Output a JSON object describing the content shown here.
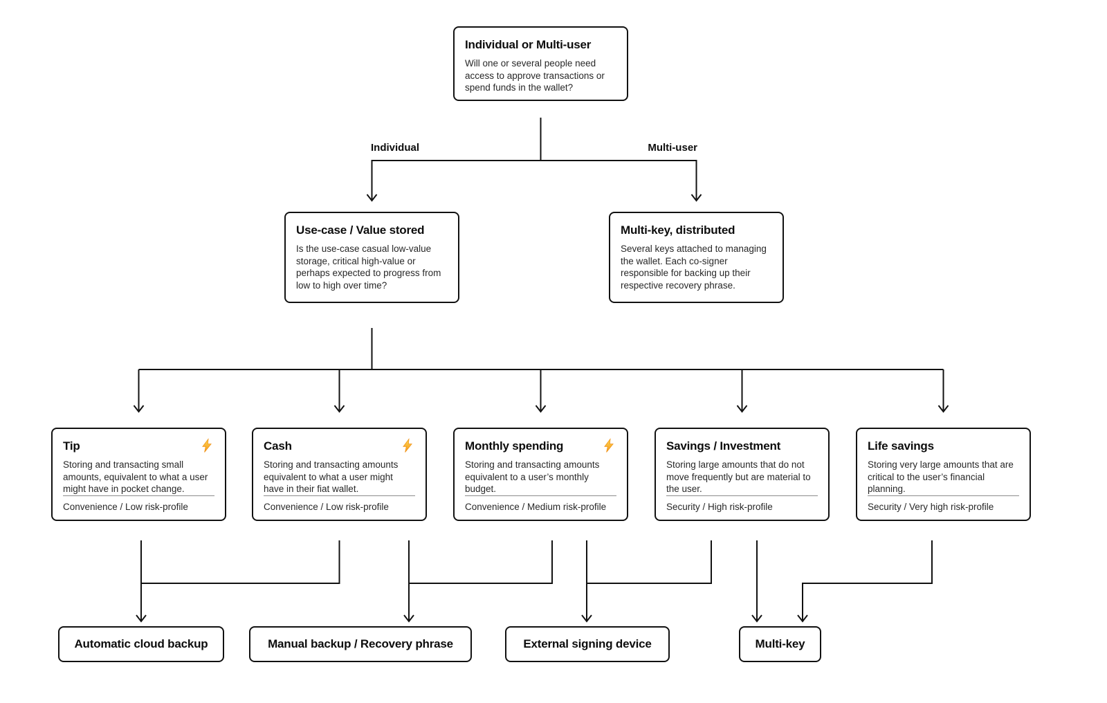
{
  "diagram": {
    "background": "#ffffff",
    "line_color": "#111111",
    "divider_color": "#8c8c8c",
    "bolt_colors": {
      "gold": "#ffd44f",
      "orange": "#f39a1e"
    },
    "root": {
      "title": "Individual or Multi-user",
      "description": "Will one or several people need access to approve transactions or spend funds in the wallet?"
    },
    "branches": {
      "left_label": "Individual",
      "right_label": "Multi-user"
    },
    "individual_path": {
      "title": "Use-case / Value stored",
      "description": "Is the use-case casual low-value storage, critical high-value or perhaps expected to progress from low to high over time?"
    },
    "multi_user_path": {
      "title": "Multi-key, distributed",
      "description": "Several keys attached to managing the wallet. Each co-signer responsible for backing up their respective recovery phrase."
    },
    "use_cases": [
      {
        "title": "Tip",
        "icon": "lightning-icon",
        "has_lightning": true,
        "description": "Storing and transacting small amounts, equivalent to what a user might have in pocket change.",
        "profile": "Convenience / Low risk-profile"
      },
      {
        "title": "Cash",
        "icon": "lightning-icon",
        "has_lightning": true,
        "description": "Storing and transacting amounts equivalent to what a user might have in their fiat wallet.",
        "profile": "Convenience / Low risk-profile"
      },
      {
        "title": "Monthly spending",
        "icon": "lightning-icon",
        "has_lightning": true,
        "description": "Storing and transacting amounts equivalent to a user’s monthly budget.",
        "profile": "Convenience / Medium risk-profile"
      },
      {
        "title": "Savings / Investment",
        "icon": "none",
        "has_lightning": false,
        "description": "Storing large amounts that do not move frequently but are material to the user.",
        "profile": "Security / High risk-profile"
      },
      {
        "title": "Life savings",
        "icon": "none",
        "has_lightning": false,
        "description": "Storing very large amounts that are critical to the user’s financial planning.",
        "profile": "Security / Very high risk-profile"
      }
    ],
    "recommendations": [
      {
        "label": "Automatic cloud backup"
      },
      {
        "label": "Manual backup / Recovery phrase"
      },
      {
        "label": "External signing device"
      },
      {
        "label": "Multi-key"
      }
    ]
  }
}
